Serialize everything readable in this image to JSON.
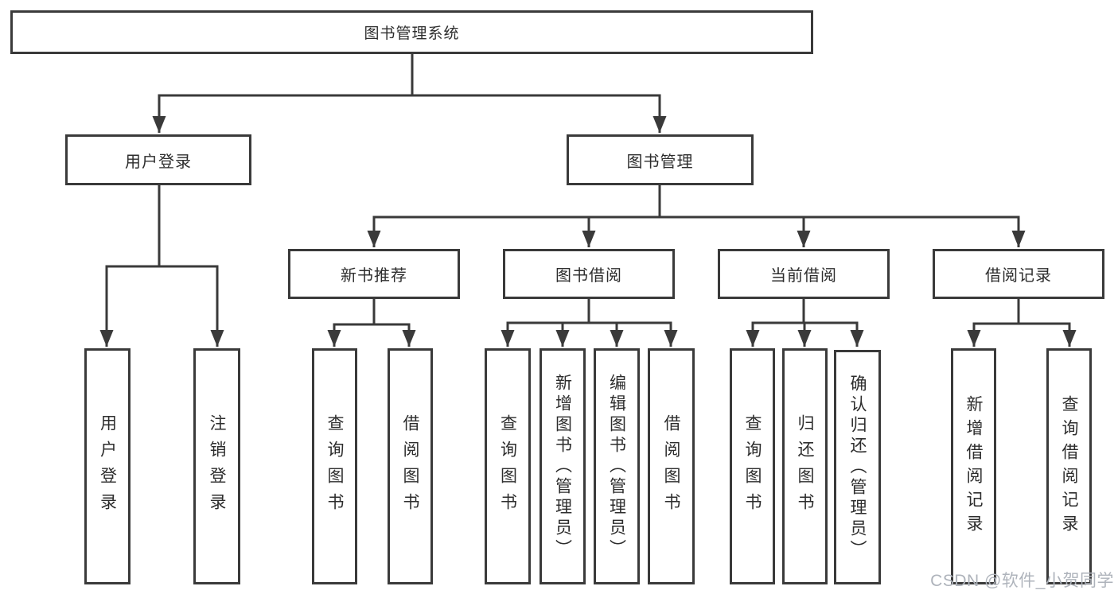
{
  "tree": {
    "label": "图书管理系统",
    "children": [
      {
        "label": "用户登录",
        "children": [
          {
            "label": "用户登录"
          },
          {
            "label": "注销登录"
          }
        ]
      },
      {
        "label": "图书管理",
        "children": [
          {
            "label": "新书推荐",
            "children": [
              {
                "label": "查询图书"
              },
              {
                "label": "借阅图书"
              }
            ]
          },
          {
            "label": "图书借阅",
            "children": [
              {
                "label": "查询图书"
              },
              {
                "label": "新增图书（管理员）"
              },
              {
                "label": "编辑图书（管理员）"
              },
              {
                "label": "借阅图书"
              }
            ]
          },
          {
            "label": "当前借阅",
            "children": [
              {
                "label": "查询图书"
              },
              {
                "label": "归还图书"
              },
              {
                "label": "确认归还（管理员）"
              }
            ]
          },
          {
            "label": "借阅记录",
            "children": [
              {
                "label": "新增借阅记录"
              },
              {
                "label": "查询借阅记录"
              }
            ]
          }
        ]
      }
    ]
  },
  "watermark": "CSDN @软件_小贺同学",
  "colors": {
    "line": "#3a3a3a",
    "text": "#2d2d2d",
    "watermark": "#aeb3bb",
    "background": "#ffffff"
  }
}
